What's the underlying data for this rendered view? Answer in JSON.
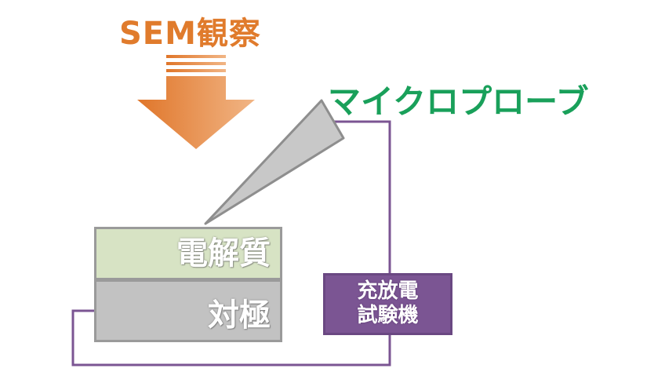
{
  "labels": {
    "sem": "SEM観察",
    "probe": "マイクロプローブ",
    "electrolyte": "電解質",
    "counter_electrode": "対極",
    "tester_line1": "充放電",
    "tester_line2": "試験機"
  },
  "colors": {
    "sem_text": "#e07b2c",
    "probe_text": "#19a05a",
    "wire": "#7b5593",
    "electrolyte_fill": "#d7e3c4",
    "counter_fill": "#c2c2c2",
    "probe_fill": "#c8c8c8",
    "tester_fill": "#7b5593"
  }
}
